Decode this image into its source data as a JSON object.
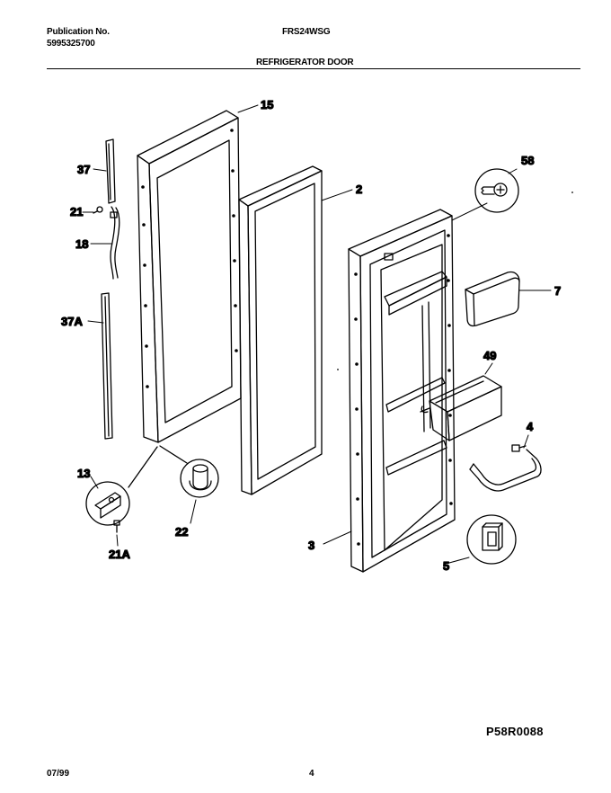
{
  "header": {
    "publication_label": "Publication No.",
    "publication_number": "5995325700",
    "model": "FRS24WSG",
    "section_title": "REFRIGERATOR DOOR"
  },
  "callouts": {
    "c15": "15",
    "c2": "2",
    "c58": "58",
    "c7": "7",
    "c49": "49",
    "c4": "4",
    "c5": "5",
    "c3": "3",
    "c37": "37",
    "c21": "21",
    "c18": "18",
    "c37A": "37A",
    "c13": "13",
    "c22": "22",
    "c21A": "21A"
  },
  "drawing_code": "P58R0088",
  "footer": {
    "date": "07/99",
    "page": "4"
  }
}
